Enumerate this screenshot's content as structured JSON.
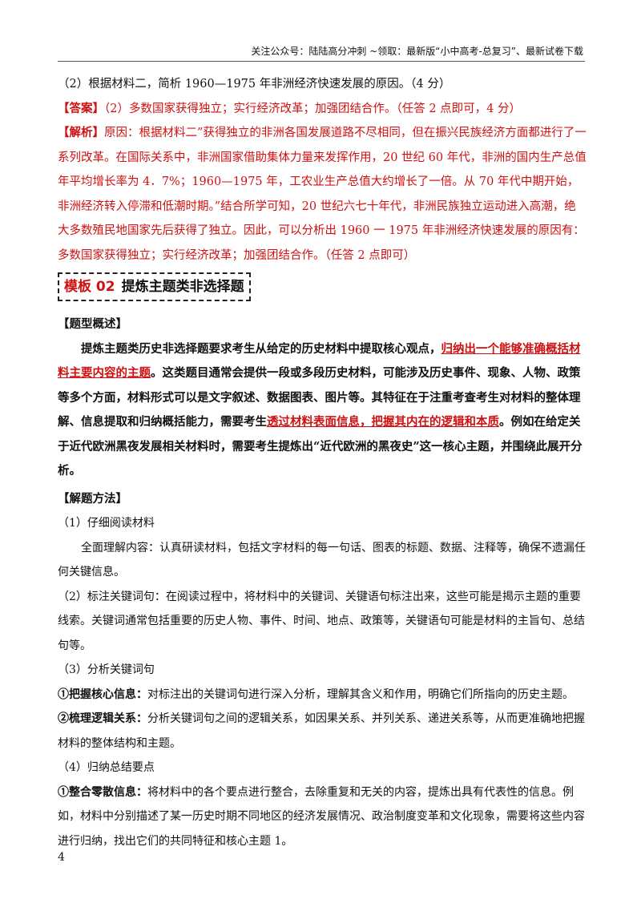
{
  "header": {
    "text": "关注公众号：陆陆高分冲刺  ~领取：最新版“小中高考-总复习”、最新试卷下载"
  },
  "question": {
    "text": "（2）根据材料二，简析 1960—1975 年非洲经济快速发展的原因。（4 分）"
  },
  "answer": {
    "label": "【答案】",
    "text": "（2）多数国家获得独立；实行经济改革；加强团结合作。（任答 2 点即可，4 分）"
  },
  "analysis": {
    "label": "【解析】",
    "text": "原因：根据材料二”获得独立的非洲各国发展道路不尽相同，但在振兴民族经济方面都进行了一系列改革。在国际关系中，非洲国家借助集体力量来发挥作用，20 世纪 60 年代，非洲的国内生产总值年平均增长率为 4．7%；1960—1975 年，工农业生产总值大约增长了一倍。从 70 年代中期开始，非洲经济转入停滞和低潮时期。”结合所学可知，20 世纪六七十年代，非洲民族独立运动进入高潮，绝大多数殖民地国家先后获得了独立。因此，可以分析出 1960 一 1975 年非洲经济快速发展的原因有：多数国家获得独立；实行经济改革；加强团结合作。（任答 2 点即可）"
  },
  "template": {
    "number": "模板 02",
    "title": "提炼主题类非选择题"
  },
  "overview": {
    "heading": "【题型概述】",
    "part1": "提炼主题类历史非选择题要求考生从给定的历史材料中提取核心观点，",
    "hl1": "归纳出一个能够准确概括材料主要内容的主题",
    "part2": "。这类题目通常会提供一段或多段历史材料，可能涉及历史事件、现象、人物、政策等多个方面，材料形式可以是文字叙述、数据图表、图片等。其特征在于注重考查考生对材料的整体理解、信息提取和归纳概括能力，需要考生",
    "hl2": "透过材料表面信息，把握其内在的逻辑和本质",
    "part3": "。例如在给定关于近代欧洲黑夜发展相关材料时，需要考生提炼出“近代欧洲的黑夜史”这一核心主题，并围绕此展开分析。"
  },
  "method": {
    "heading": "【解题方法】",
    "s1_title": "（1）仔细阅读材料",
    "s1_body": "全面理解内容：认真研读材料，包括文字材料的每一句话、图表的标题、数据、注释等，确保不遗漏任何关键信息。",
    "s2_body": "（2）标注关键词句：在阅读过程中，将材料中的关键词、关键语句标注出来，这些可能是揭示主题的重要线索。关键词通常包括重要的历史人物、事件、时间、地点、政策等，关键语句可能是材料的主旨句、总结句等。",
    "s3_title": "（3）分析关键词句",
    "s3_a_label": "①把握核心信息：",
    "s3_a_body": "对标注出的关键词句进行深入分析，理解其含义和作用，明确它们所指向的历史主题。",
    "s3_b_label": "②梳理逻辑关系：",
    "s3_b_body": "分析关键词句之间的逻辑关系，如因果关系、并列关系、递进关系等，从而更准确地把握材料的整体结构和主题。",
    "s4_title": "（4）归纳总结要点",
    "s4_a_label": "①整合零散信息：",
    "s4_a_body": "将材料中的各个要点进行整合，去除重复和无关的内容，提炼出具有代表性的信息。例如，材料中分别描述了某一历史时期不同地区的经济发展情况、政治制度变革和文化现象，需要将这些内容进行归纳，找出它们的共同特征和核心主题 1。"
  },
  "page_number": "4"
}
